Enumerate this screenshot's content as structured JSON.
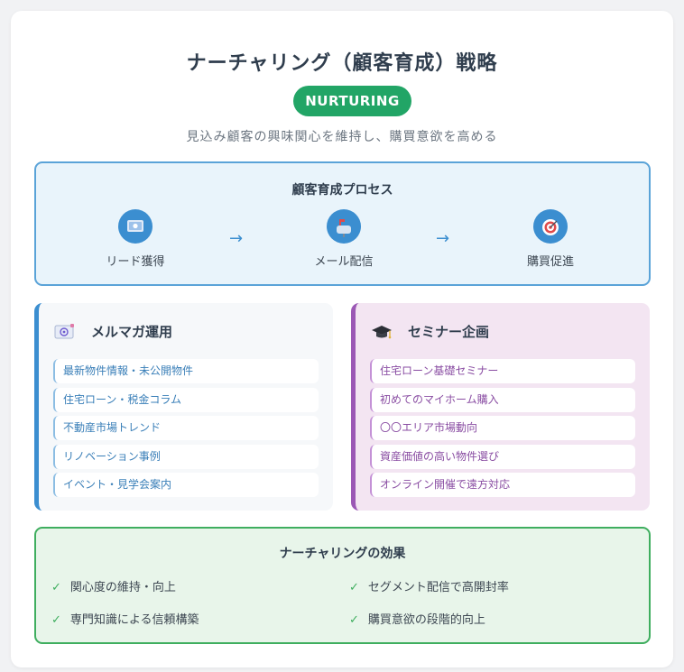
{
  "header": {
    "title": "ナーチャリング（顧客育成）戦略",
    "badge": "NURTURING",
    "subtitle": "見込み顧客の興味関心を維持し、購買意欲を高める"
  },
  "process": {
    "title": "顧客育成プロセス",
    "arrow": "→",
    "steps": [
      {
        "icon": "id-card-icon",
        "label": "リード獲得"
      },
      {
        "icon": "mailbox-icon",
        "label": "メール配信"
      },
      {
        "icon": "target-icon",
        "label": "購買促進"
      }
    ]
  },
  "mailmag": {
    "icon": "email-icon",
    "title": "メルマガ運用",
    "items": [
      "最新物件情報・未公開物件",
      "住宅ローン・税金コラム",
      "不動産市場トレンド",
      "リノベーション事例",
      "イベント・見学会案内"
    ]
  },
  "seminar": {
    "icon": "graduation-cap-icon",
    "title": "セミナー企画",
    "items": [
      "住宅ローン基礎セミナー",
      "初めてのマイホーム購入",
      "〇〇エリア市場動向",
      "資産価値の高い物件選び",
      "オンライン開催で遠方対応"
    ]
  },
  "effects": {
    "title": "ナーチャリングの効果",
    "check": "✓",
    "items": [
      "関心度の維持・向上",
      "セグメント配信で高開封率",
      "専門知識による信頼構築",
      "購買意欲の段階的向上"
    ]
  },
  "colors": {
    "accent_green": "#22a566",
    "process_blue": "#3b8ed0",
    "seminar_purple": "#9b58b5",
    "effects_green": "#3fae5f"
  }
}
